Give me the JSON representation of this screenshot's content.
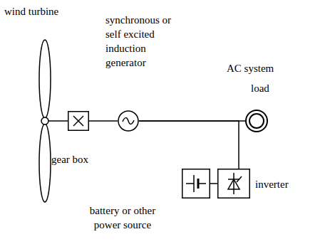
{
  "diagram": {
    "nodes": [
      {
        "text": [
          "wind turbine"
        ]
      },
      {
        "text": [
          "gear box"
        ]
      },
      {
        "text": [
          "synchronous or self excited induction generator"
        ]
      },
      {
        "text": [
          "load"
        ]
      },
      {
        "text": [
          "battery or other power source"
        ]
      },
      {
        "text": [
          "inverter"
        ]
      }
    ],
    "edges": [
      {
        "from": 0,
        "to": 1,
        "arrow": "none"
      },
      {
        "from": 1,
        "to": 2,
        "arrow": "none"
      },
      {
        "from": 2,
        "to": 3,
        "arrow": "none"
      },
      {
        "from": 2,
        "to": 5,
        "arrow": "none"
      },
      {
        "from": 4,
        "to": 5,
        "arrow": "none"
      }
    ],
    "labels": [
      "AC system"
    ]
  }
}
